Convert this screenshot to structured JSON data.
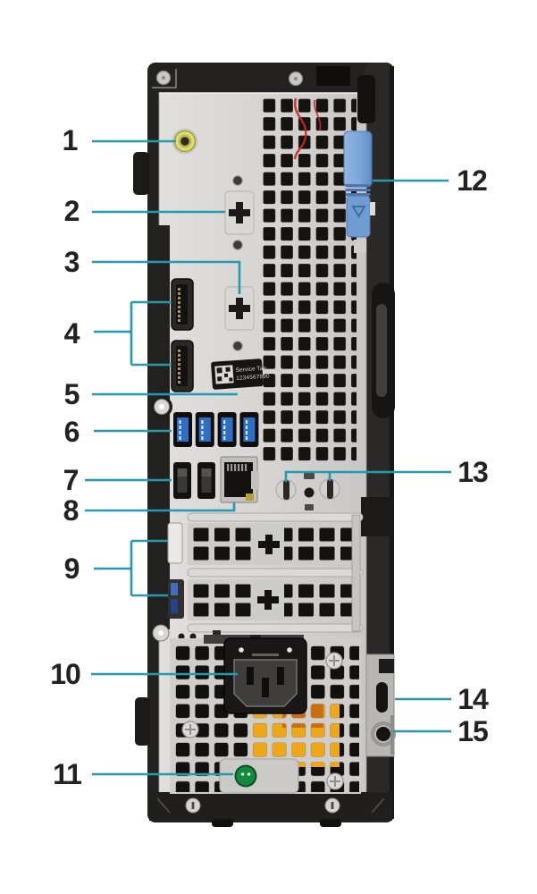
{
  "page": {
    "background": "#ffffff"
  },
  "diagram": {
    "accent_color": "#2599ae",
    "chassis_color": "#242220",
    "panel_color": "#d6d5d2",
    "callouts": [
      {
        "label": "1",
        "target": "line-out-port"
      },
      {
        "label": "2",
        "target": "optional-port-knockout-upper"
      },
      {
        "label": "3",
        "target": "optional-port-knockout-lower"
      },
      {
        "label": "4",
        "target": "displayports"
      },
      {
        "label": "5",
        "target": "service-tag-label"
      },
      {
        "label": "6",
        "target": "usb-3-ports"
      },
      {
        "label": "7",
        "target": "usb-2-ports"
      },
      {
        "label": "8",
        "target": "network-port"
      },
      {
        "label": "9",
        "target": "expansion-card-slots"
      },
      {
        "label": "10",
        "target": "power-connector-port"
      },
      {
        "label": "11",
        "target": "power-supply-diagnostic-light"
      },
      {
        "label": "12",
        "target": "release-latch"
      },
      {
        "label": "13",
        "target": "antenna-connectors"
      },
      {
        "label": "14",
        "target": "kensington-security-slot"
      },
      {
        "label": "15",
        "target": "padlock-ring"
      }
    ],
    "service_tag": {
      "title": "Service Tag",
      "number": "1234567890"
    }
  }
}
